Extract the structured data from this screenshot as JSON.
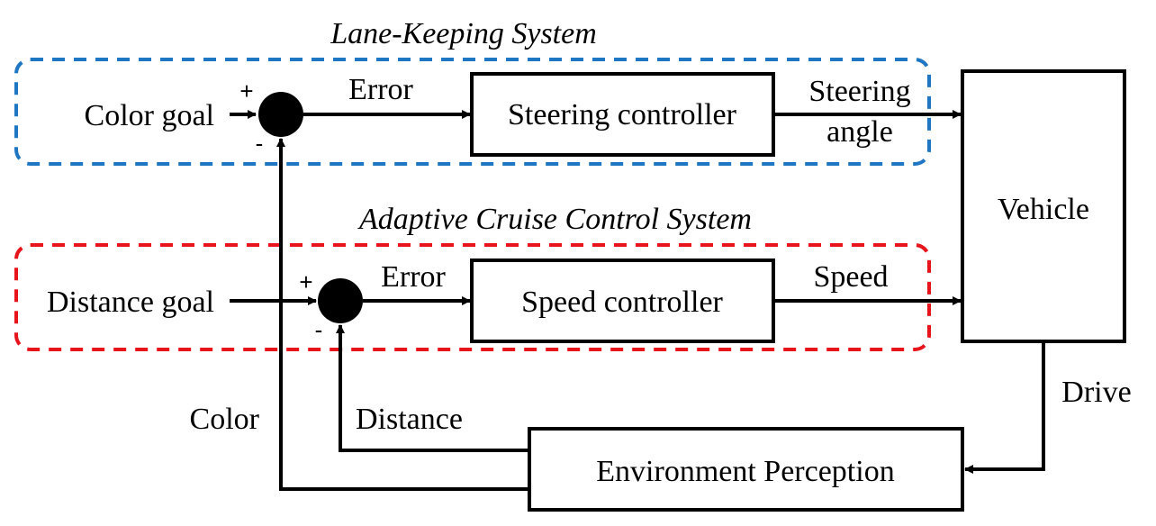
{
  "lane_keeping": {
    "title": "Lane-Keeping System",
    "input_label": "Color goal",
    "plus_sign": "+",
    "minus_sign": "-",
    "error_label": "Error",
    "controller_label": "Steering controller",
    "output_label_line1": "Steering",
    "output_label_line2": "angle",
    "border_color": "#1f77c4"
  },
  "adaptive_cruise": {
    "title": "Adaptive Cruise Control System",
    "input_label": "Distance goal",
    "plus_sign": "+",
    "minus_sign": "-",
    "error_label": "Error",
    "controller_label": "Speed controller",
    "output_label": "Speed",
    "border_color": "#e8141b"
  },
  "vehicle": {
    "label": "Vehicle",
    "drive_label": "Drive"
  },
  "perception": {
    "label": "Environment Perception",
    "color_feedback_label": "Color",
    "distance_feedback_label": "Distance"
  }
}
